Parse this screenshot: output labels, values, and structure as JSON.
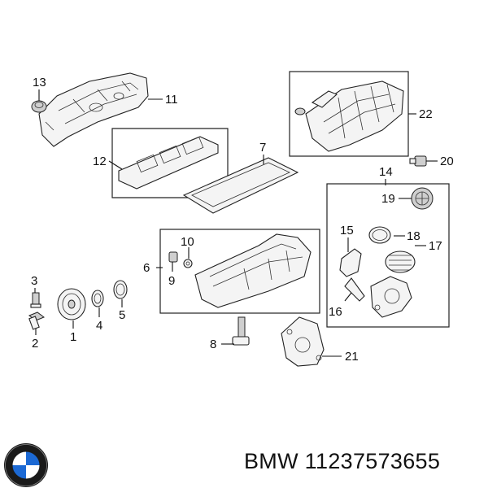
{
  "callouts": {
    "c1": "1",
    "c2": "2",
    "c3": "3",
    "c4": "4",
    "c5": "5",
    "c6": "6",
    "c7": "7",
    "c8": "8",
    "c9": "9",
    "c10": "10",
    "c11": "11",
    "c12": "12",
    "c13": "13",
    "c14": "14",
    "c15": "15",
    "c16": "16",
    "c17": "17",
    "c18": "18",
    "c19": "19",
    "c20": "20",
    "c21": "21",
    "c22": "22"
  },
  "footer": {
    "brand_part": "BMW 11237573655",
    "logo_icon": "bmw-roundel-icon",
    "logo_colors": {
      "ring": "#1a1a1a",
      "blue": "#1c69d4",
      "white": "#ffffff"
    }
  }
}
